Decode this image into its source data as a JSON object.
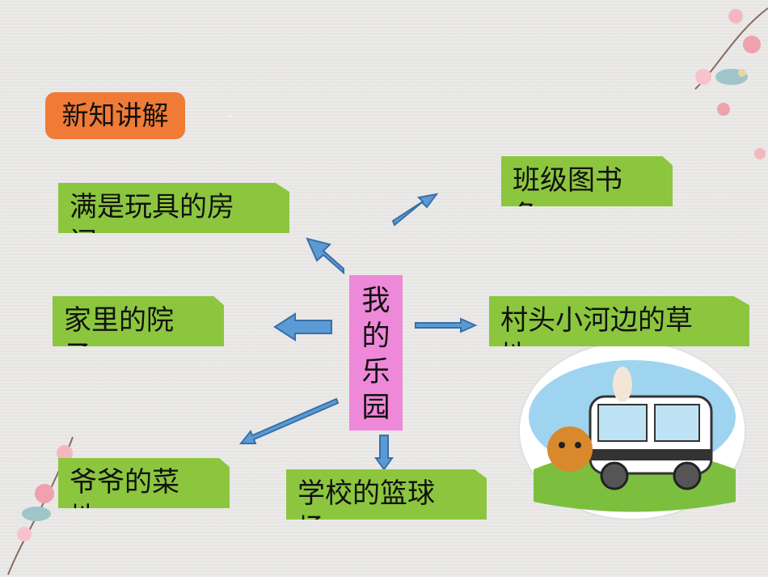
{
  "section_tag": "新知讲解",
  "center_topic": [
    "我",
    "的",
    "乐",
    "园"
  ],
  "nodes": {
    "top_left": [
      "满是玩具的房",
      "间"
    ],
    "middle_left": [
      "家里的院",
      "子"
    ],
    "bottom_left": [
      "爷爷的菜",
      "地"
    ],
    "bottom_center": [
      "学校的篮球",
      "场"
    ],
    "top_right": [
      "班级图书",
      "角"
    ],
    "middle_right": [
      "村头小河边的草",
      "地"
    ]
  },
  "colors": {
    "tag_bg": "#f07b36",
    "node_bg": "#8cc63f",
    "center_bg": "#ee88d8",
    "arrow_fill": "#5b9bd5",
    "arrow_stroke": "#3a6fa8"
  }
}
